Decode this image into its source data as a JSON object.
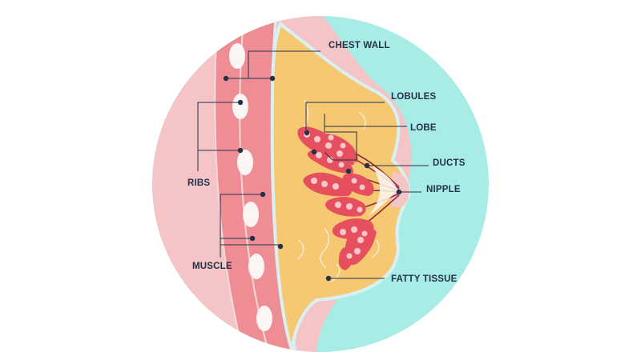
{
  "labels": {
    "chest_wall": "CHEST WALL",
    "lobules": "LOBULES",
    "lobe": "LOBE",
    "ducts": "DUCTS",
    "nipple": "NIPPLE",
    "ribs": "RIBS",
    "muscle": "MUSCLE",
    "fatty_tissue": "FATTY TISSUE"
  },
  "colors": {
    "background": "#ffffff",
    "outer_pink": "#f4c4c6",
    "teal": "#a8ece6",
    "fat_yellow": "#f6c872",
    "muscle_red": "#ee8e94",
    "rib_white": "#fbf6f3",
    "lobule_red": "#e6505e",
    "duct_dark": "#8e2a3c",
    "outline_light": "#d9f1f2",
    "leader_line": "#23324a"
  }
}
